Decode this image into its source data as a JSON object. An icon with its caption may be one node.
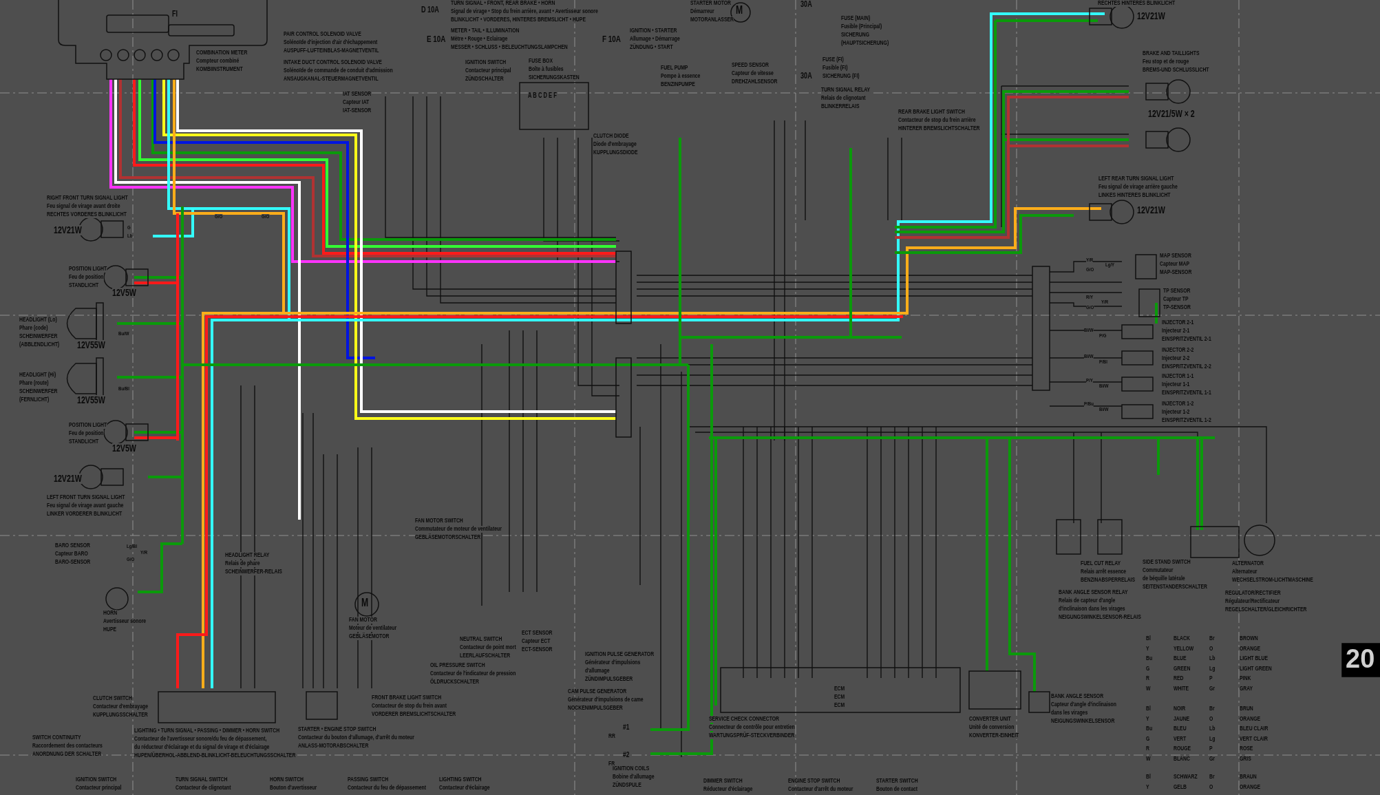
{
  "diagram": {
    "labels": [
      "FI",
      "D 10A",
      "TURN SIGNAL • FRONT, REAR BRAKE • HORN",
      "Signal de virage • Stop du frein arrière, avant • Avertisseur sonore",
      "BLINKLICHT • VORDERES, HINTERES BREMSLICHT • HUPE",
      "E 10A",
      "METER • TAIL • ILLUMINATION",
      "Mètre • Rouge • Eclairage",
      "MESSER • SCHLUSS • BELEUCHTUNGSLAMPCHEN",
      "F 10A",
      "IGNITION • STARTER",
      "Allumage • Démarrage",
      "ZÜNDUNG • START",
      "STARTER MOTOR",
      "Démarreur",
      "MOTORANLASSER",
      "M",
      "30A",
      "FUSE (MAIN)",
      "Fusible (Principal)",
      "SICHERUNG",
      "(HAUPTSICHERUNG)",
      "30A",
      "FUSE (FI)",
      "Fusible (FI)",
      "SICHERUNG (FI)",
      "RECHTES HINTERES BLINKLICHT",
      "12V21W",
      "COMBINATION METER",
      "Compteur combiné",
      "KOMBIINSTRUMENT",
      "PAIR CONTROL SOLENOID VALVE",
      "Solénoïde d'injection d'air d'échappement",
      "AUSPUFF-LUFTEINBLAS-MAGNETVENTIL",
      "INTAKE DUCT CONTROL SOLENOID VALVE",
      "Solénoïde de commande de conduit d'admission",
      "ANSAUGKANAL-STEUERMAGNETVENTIL",
      "IAT SENSOR",
      "Capteur IAT",
      "IAT-SENSOR",
      "IGNITION SWITCH",
      "Contacteur principal",
      "ZÜNDSCHALTER",
      "FUSE BOX",
      "Boîte à fusibles",
      "SICHERUNGSKASTEN",
      "A B C D E F",
      "CLUTCH DIODE",
      "Diode d'embrayage",
      "KUPPLUNGSDIODE",
      "FUEL PUMP",
      "Pompe à essence",
      "BENZINPUMPE",
      "SPEED SENSOR",
      "Capteur de vitesse",
      "DREHZAHLSENSOR",
      "TURN SIGNAL RELAY",
      "Relais de clignotant",
      "BLINKERRELAIS",
      "REAR BRAKE LIGHT SWITCH",
      "Contacteur de stop du frein arrière",
      "HINTERER BREMSLICHTSCHALTER",
      "BRAKE AND TAILLIGHTS",
      "Feu stop et de rouge",
      "BREMS-UND SCHLUSSLICHT",
      "12V21/5W × 2",
      "LEFT REAR TURN SIGNAL LIGHT",
      "Feu signal de virage arrière gauche",
      "LINKES HINTERES BLINKLICHT",
      "12V21W",
      "MAP SENSOR",
      "Capteur MAP",
      "MAP-SENSOR",
      "TP SENSOR",
      "Capteur TP",
      "TP-SENSOR",
      "INJECTOR 2-1",
      "Injecteur 2-1",
      "EINSPRITZVENTIL 2-1",
      "INJECTOR 2-2",
      "Injecteur 2-2",
      "EINSPRITZVENTIL 2-2",
      "INJECTOR 1-1",
      "Injecteur 1-1",
      "EINSPRITZVENTIL 1-1",
      "INJECTOR 1-2",
      "Injecteur 1-2",
      "EINSPRITZVENTIL 1-2",
      "RIGHT FRONT TURN SIGNAL LIGHT",
      "Feu signal de virage avant droite",
      "RECHTES VORDERES BLINKLICHT",
      "12V21W",
      "POSITION LIGHT",
      "Feu de position",
      "STANDLICHT",
      "12V5W",
      "HEADLIGHT (Lo)",
      "Phare (code)",
      "SCHEINWERFER",
      "(ABBLENDLICHT)",
      "12V55W",
      "HEADLIGHT (Hi)",
      "Phare (route)",
      "SCHEINWERFER",
      "(FERNLICHT)",
      "12V55W",
      "POSITION LIGHT",
      "Feu de position",
      "STANDLICHT",
      "12V5W",
      "12V21W",
      "LEFT FRONT TURN SIGNAL LIGHT",
      "Feu signal de virage avant gauche",
      "LINKER VORDERER BLINKLICHT",
      "BARO SENSOR",
      "Capteur BARO",
      "BARO-SENSOR",
      "HORN",
      "Avertisseur sonore",
      "HUPE",
      "HEADLIGHT RELAY",
      "Relais de phare",
      "SCHEINWERFER-RELAIS",
      "FAN MOTOR SWITCH",
      "Commutateur de moteur de ventilateur",
      "GEBLÄSEMOTORSCHALTER",
      "M",
      "FAN MOTOR",
      "Moteur de ventilateur",
      "GEBLÄSEMOTOR",
      "NEUTRAL SWITCH",
      "Contacteur de point mort",
      "LEERLAUFSCHALTER",
      "OIL PRESSURE SWITCH",
      "Contacteur de l'indicateur de pression",
      "ÖLDRUCKSCHALTER",
      "ECT SENSOR",
      "Capteur ECT",
      "ECT-SENSOR",
      "IGNITION PULSE GENERATOR",
      "Générateur d'impulsions",
      "d'allumage",
      "ZÜNDIMPULSGEBER",
      "CAM PULSE GENERATOR",
      "Générateur d'impulsions de came",
      "NOCKENIMPULSGEBER",
      "#1",
      "RR",
      "#2",
      "FR",
      "IGNITION COILS",
      "Bobine d'allumage",
      "ZÜNDSPULE",
      "SERVICE CHECK CONNECTOR",
      "Connecteur de contrôle pour entretien",
      "WARTUNGSPRÜF-STECKVERBINDER",
      "ECM",
      "ECM",
      "ECM",
      "CONVERTER UNIT",
      "Unité de conversion",
      "KONVERTER-EINHEIT",
      "BANK ANGLE SENSOR",
      "Capteur d'angle d'inclinaison",
      "dans les virages",
      "NEIGUNGSWINKELSENSOR",
      "BANK ANGLE SENSOR RELAY",
      "Relais de capteur d'angle",
      "d'inclinaison dans les virages",
      "NEIGUNGSWINKELSENSOR-RELAIS",
      "FUEL CUT RELAY",
      "Relais arrêt essence",
      "BENZINABSPERRELAIS",
      "SIDE STAND SWITCH",
      "Commutateur",
      "de béquille latérale",
      "SEITENSTANDERSCHALTER",
      "ALTERNATOR",
      "Alternateur",
      "WECHSELSTROM-LICHTMASCHINE",
      "REGULATOR/RECTIFIER",
      "Régulateur/Rectificateur",
      "REGELSCHALTER/GLEICHRICHTER",
      "CLUTCH SWITCH",
      "Contacteur d'embrayage",
      "KUPPLUNGSSCHALTER",
      "LIGHTING • TURN SIGNAL • PASSING • DIMMER • HORN SWITCH",
      "Contacteur de l'avertisseur sonore/du feu de dépassement,",
      "du réducteur d'éclairage et du signal de virage et d'éclairage",
      "HUPEN/ÜBERHOL-ABBLEND-BLINKLICHT-BELEUCHTUNGSSCHALTER",
      "STARTER • ENGINE STOP SWITCH",
      "Contacteur du bouton d'allumage, d'arrêt du moteur",
      "ANLASS-MOTORABSCHALTER",
      "FRONT BRAKE LIGHT SWITCH",
      "Contacteur de stop du frein avant",
      "VORDERER BREMSLICHTSCHALTER",
      "SWITCH CONTINUITY",
      "Raccordement des contacteurs",
      "ANORDNUNG DER SCHALTER",
      "IGNITION SWITCH",
      "Contacteur principal",
      "TURN SIGNAL SWITCH",
      "Contacteur de clignotant",
      "HORN SWITCH",
      "Bouton d'avertisseur",
      "PASSING SWITCH",
      "Contacteur du feu de dépassement",
      "LIGHTING SWITCH",
      "Contacteur d'éclairage",
      "DIMMER SWITCH",
      "Réducteur d'éclairage",
      "ENGINE STOP SWITCH",
      "Contacteur d'arrêt du moteur",
      "STARTER SWITCH",
      "Bouton de contact",
      "G",
      "Lb",
      "Bu/W",
      "Bu/Bl",
      "Lg/Bl",
      "Y/R",
      "G/O",
      "G/O",
      "G/O",
      "Y/R",
      "Lg/Y",
      "G/O",
      "R/Y",
      "Y/R",
      "G/O",
      "Bl/W",
      "P/G",
      "Bl/W",
      "P/Bl",
      "P/Y",
      "Bl/W",
      "P/Bu",
      "Bl/W",
      "Bl",
      "BLACK",
      "Br",
      "BROWN",
      "Y",
      "YELLOW",
      "O",
      "ORANGE",
      "Bu",
      "BLUE",
      "Lb",
      "LIGHT BLUE",
      "G",
      "GREEN",
      "Lg",
      "LIGHT GREEN",
      "R",
      "RED",
      "P",
      "PINK",
      "W",
      "WHITE",
      "Gr",
      "GRAY",
      "Bl",
      "NOIR",
      "Br",
      "BRUN",
      "Y",
      "JAUNE",
      "O",
      "ORANGE",
      "Bu",
      "BLEU",
      "Lb",
      "BLEU CLAIR",
      "G",
      "VERT",
      "Lg",
      "VERT CLAIR",
      "R",
      "ROUGE",
      "P",
      "ROSE",
      "W",
      "BLANC",
      "Gr",
      "GRIS",
      "Bl",
      "SCHWARZ",
      "Br",
      "BRAUN",
      "Y",
      "GELB",
      "O",
      "ORANGE",
      "20"
    ]
  }
}
